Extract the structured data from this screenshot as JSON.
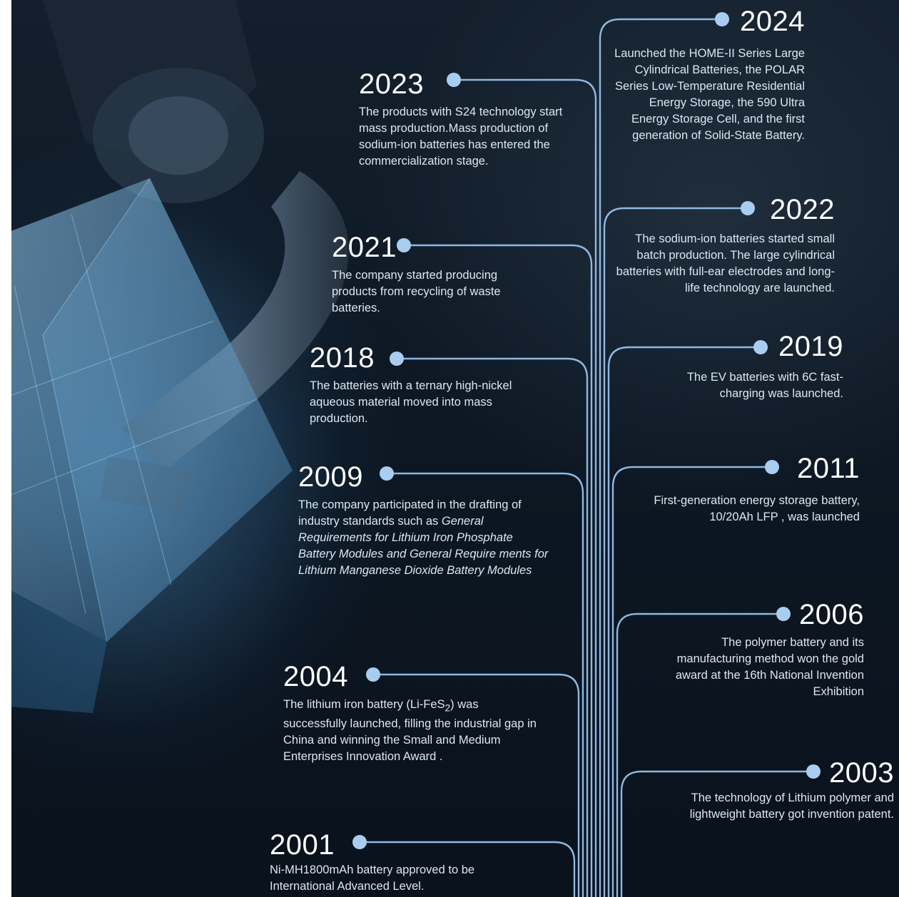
{
  "timeline": {
    "line_color": "#8fb8e0",
    "dot_color": "#a9cdf0",
    "left_events": [
      {
        "year": "2023",
        "text": "The products with S24 technology start mass production.Mass production of sodium-ion batteries has entered the commercialization stage."
      },
      {
        "year": "2021",
        "text": "The company started producing products from recycling of waste batteries."
      },
      {
        "year": "2018",
        "text": "The batteries with a ternary high-nickel aqueous material moved into mass production."
      },
      {
        "year": "2009",
        "text_intro": "The company participated in the drafting of industry standards such as ",
        "text_title_1": "General Requirements for Lithium Iron Phosphate Battery Modules",
        "text_and": " and ",
        "text_title_2": "General Require ments for Lithium Manganese Dioxide Battery Modules"
      },
      {
        "year": "2004",
        "text_pre": "The lithium iron battery (Li-FeS",
        "text_sub": "2",
        "text_post": ") was successfully launched, filling the industrial gap in China and winning the Small and Medium Enterprises Innovation Award ."
      },
      {
        "year": "2001",
        "text": "Ni-MH1800mAh battery approved to be International Advanced Level."
      }
    ],
    "right_events": [
      {
        "year": "2024",
        "text": "Launched the HOME-II Series Large Cylindrical Batteries, the POLAR Series Low-Temperature Residential Energy Storage, the 590 Ultra Energy Storage Cell, and the first generation of Solid-State Battery."
      },
      {
        "year": "2022",
        "text": "The sodium-ion batteries started small batch production. The large cylindrical batteries with full-ear electrodes and long-life technology are launched."
      },
      {
        "year": "2019",
        "text": "The EV batteries with 6C fast-charging was launched."
      },
      {
        "year": "2011",
        "text": "First-generation energy storage battery, 10/20Ah LFP , was launched"
      },
      {
        "year": "2006",
        "text": "The polymer battery and its manufacturing method won the gold award at the 16th National Invention Exhibition"
      },
      {
        "year": "2003",
        "text": "The technology of Lithium polymer and lightweight battery got invention patent."
      }
    ]
  }
}
